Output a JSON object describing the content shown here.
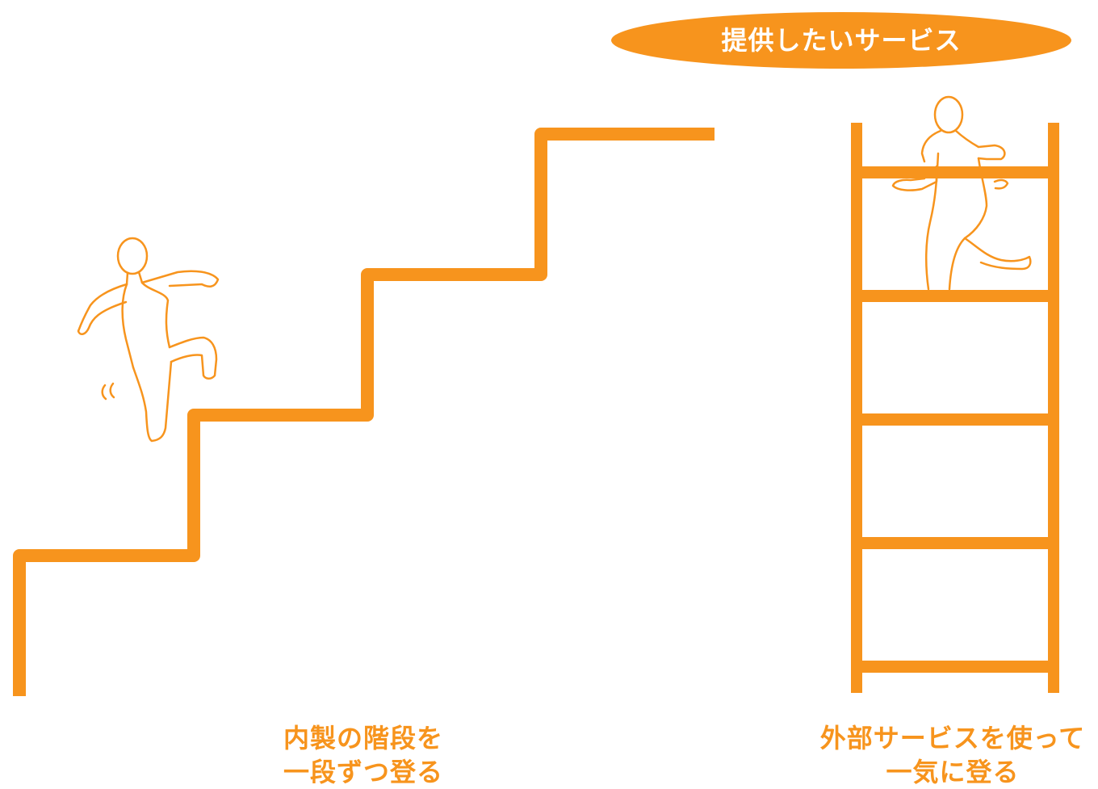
{
  "colors": {
    "accent": "#F7941D",
    "badge_text": "#FFFFFF",
    "background": "#FFFFFF"
  },
  "goal_badge": {
    "label": "提供したいサービス"
  },
  "left_path": {
    "icon": "staircase-icon",
    "figure_icon": "person-climbing-stairs-icon",
    "caption_line1": "内製の階段を",
    "caption_line2": "一段ずつ登る"
  },
  "right_path": {
    "icon": "ladder-icon",
    "figure_icon": "person-climbing-ladder-icon",
    "caption_line1": "外部サービスを使って",
    "caption_line2": "一気に登る"
  }
}
